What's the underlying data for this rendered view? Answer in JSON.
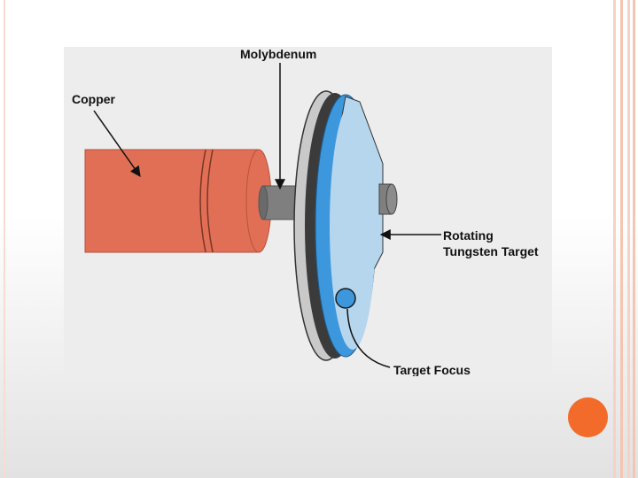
{
  "labels": {
    "molybdenum": "Molybdenum",
    "copper": "Copper",
    "rotating": "Rotating",
    "tungsten_target": "Tungsten Target",
    "target_focus": "Target Focus"
  },
  "colors": {
    "copper": "#e06f56",
    "copper_dark": "#b9533e",
    "disc_gray": "#c9c9c9",
    "disc_dark": "#3b3b3b",
    "tungsten_blue": "#3d97dc",
    "tungsten_light": "#b6d6ee",
    "shaft_gray": "#7f7f7f",
    "accent_orange": "#f26b2a",
    "frame_line": "#f4c6b2"
  },
  "icons": {
    "accent": "orange-circle-icon"
  }
}
